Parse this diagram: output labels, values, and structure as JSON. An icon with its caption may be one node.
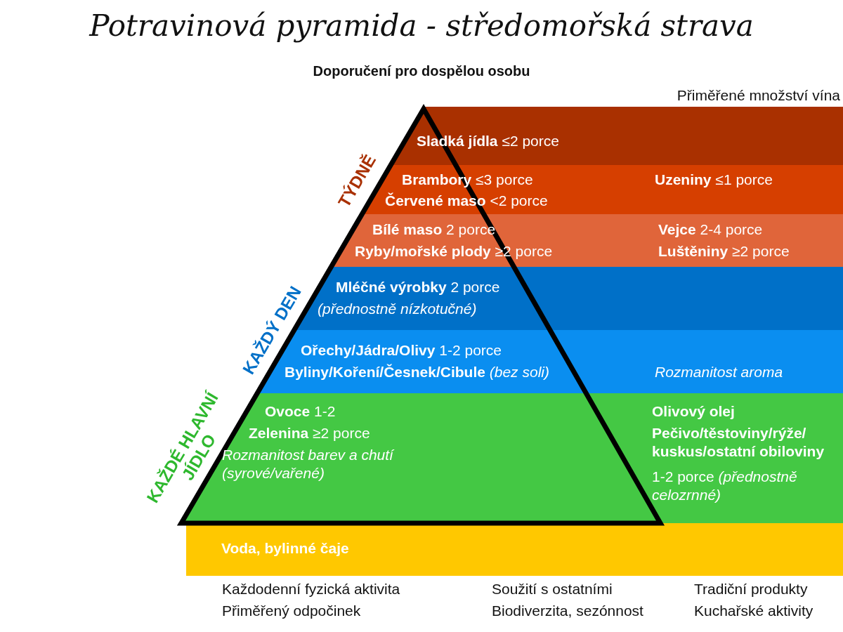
{
  "diagram": {
    "title": "Potravinová pyramida - středomořská strava",
    "nodes": [
      {
        "text": [
          "**Sladká jídla** ≤2 porce"
        ]
      },
      {
        "text": [
          "**Brambory** ≤3 porce",
          "**Červené maso** <2 porce",
          "**Uzeniny** ≤1 porce"
        ]
      },
      {
        "text": [
          "**Bílé maso** 2 porce",
          "**Ryby/mořské plody** ≥2 porce",
          "**Vejce** 2-4 porce",
          "**Luštěniny** ≥2 porce"
        ]
      },
      {
        "text": [
          "**Mléčné výrobky** 2 porce",
          "(přednostně nízkotučné)"
        ]
      },
      {
        "text": [
          "**Ořechy/Jádra/Olivy** 1-2 porce",
          "**Byliny/Koření/Česnek/Cibule** *(bez soli)*",
          "Rozmanitost aroma"
        ]
      },
      {
        "text": [
          "**Ovoce** 1-2",
          "**Zelenina** ≥2 porce",
          "Rozmanitost barev a chutí (syrové/vařené)",
          "Olivový olej",
          "Pečivo/těstoviny/rýže/kuskus/ostatní obiloviny",
          "1-2 porce *(přednostně celozrnné)*"
        ]
      },
      {
        "text": [
          "Voda, bylinné čaje"
        ]
      }
    ],
    "labels": [
      "Doporučení pro dospělou osobu",
      "Přiměřené množství vína",
      "TÝDNĚ",
      "KAŽDÝ DEN",
      "KAŽDÉ HLAVNÍ JÍDLO",
      "Každodenní fyzická aktivita",
      "Soužití s ostatními",
      "Tradiční produkty",
      "Přiměřený odpočinek",
      "Biodiverzita, sezónnost",
      "Kuchařské aktivity"
    ]
  }
}
